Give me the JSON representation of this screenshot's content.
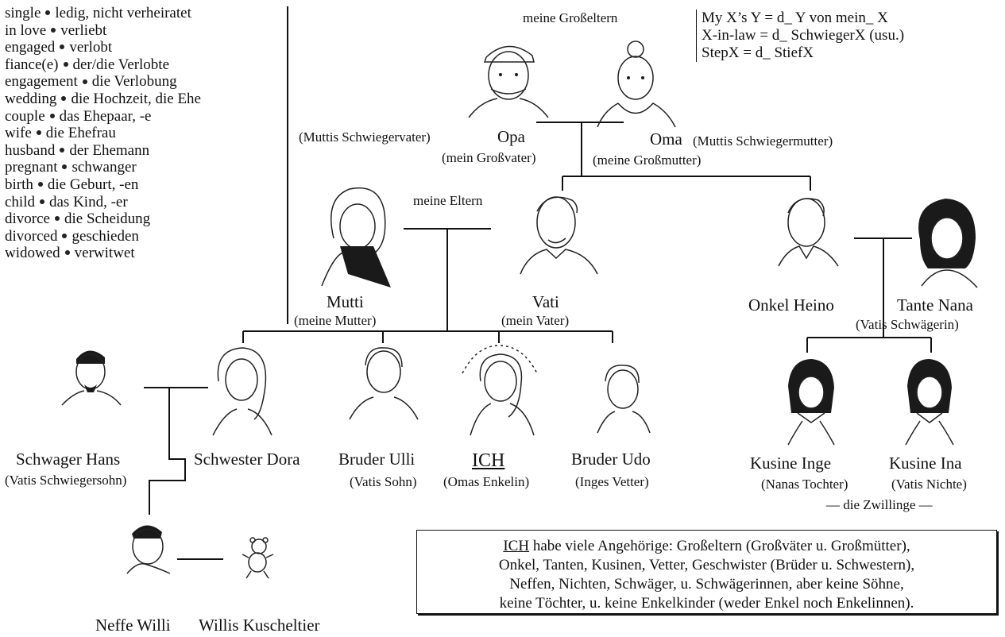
{
  "vocab": [
    {
      "en": "single",
      "de": "ledig, nicht verheiratet"
    },
    {
      "en": "in love",
      "de": "verliebt"
    },
    {
      "en": "engaged",
      "de": "verlobt"
    },
    {
      "en": "fiance(e)",
      "de": "der/die Verlobte"
    },
    {
      "en": "engagement",
      "de": "die Verlobung"
    },
    {
      "en": "wedding",
      "de": "die Hochzeit, die Ehe"
    },
    {
      "en": "couple",
      "de": "das Ehepaar, -e"
    },
    {
      "en": "wife",
      "de": "die Ehefrau"
    },
    {
      "en": "husband",
      "de": "der Ehemann"
    },
    {
      "en": "pregnant",
      "de": "schwanger"
    },
    {
      "en": "birth",
      "de": "die Geburt, -en"
    },
    {
      "en": "child",
      "de": "das Kind, -er"
    },
    {
      "en": "divorce",
      "de": "die Scheidung"
    },
    {
      "en": "divorced",
      "de": "geschieden"
    },
    {
      "en": "widowed",
      "de": "verwitwet"
    }
  ],
  "rules": [
    "My X’s Y = d_  Y von mein_  X",
    "X-in-law = d_  SchwiegerX (usu.)",
    "StepX = d_  StiefX"
  ],
  "labels": {
    "grandparents": "meine Großeltern",
    "parents": "meine Eltern",
    "twins": "— die Zwillinge —"
  },
  "people": {
    "opa": {
      "name": "Opa",
      "rel1": "(Muttis Schwiegervater)",
      "rel2": "(mein Großvater)"
    },
    "oma": {
      "name": "Oma",
      "rel1": "(Muttis Schwiegermutter)",
      "rel2": "(meine Großmutter)"
    },
    "mutti": {
      "name": "Mutti",
      "rel": "(meine Mutter)"
    },
    "vati": {
      "name": "Vati",
      "rel": "(mein Vater)"
    },
    "heino": {
      "name": "Onkel Heino"
    },
    "nana": {
      "name": "Tante Nana",
      "rel": "(Vatis Schwägerin)"
    },
    "hans": {
      "name": "Schwager Hans",
      "rel": "(Vatis Schwiegersohn)"
    },
    "dora": {
      "name": "Schwester Dora"
    },
    "ulli": {
      "name": "Bruder Ulli",
      "rel": "(Vatis Sohn)"
    },
    "ich": {
      "name": "ICH",
      "rel": "(Omas Enkelin)"
    },
    "udo": {
      "name": "Bruder Udo",
      "rel": "(Inges Vetter)"
    },
    "inge": {
      "name": "Kusine Inge",
      "rel": "(Nanas Tochter)"
    },
    "ina": {
      "name": "Kusine Ina",
      "rel": "(Vatis Nichte)"
    },
    "willi": {
      "name": "Neffe Willi"
    },
    "teddy": {
      "name": "Willis Kuscheltier"
    }
  },
  "note": {
    "ich": "ICH",
    "l1_rest": " habe viele Angehörige: Großeltern (Großväter u. Großmütter),",
    "l2": "Onkel, Tanten, Kusinen, Vetter, Geschwister (Brüder u. Schwestern),",
    "l3": "Neffen, Nichten, Schwäger, u. Schwägerinnen, aber keine Söhne,",
    "l4": "keine Töchter, u. keine Enkelkinder (weder Enkel noch Enkelinnen)."
  }
}
